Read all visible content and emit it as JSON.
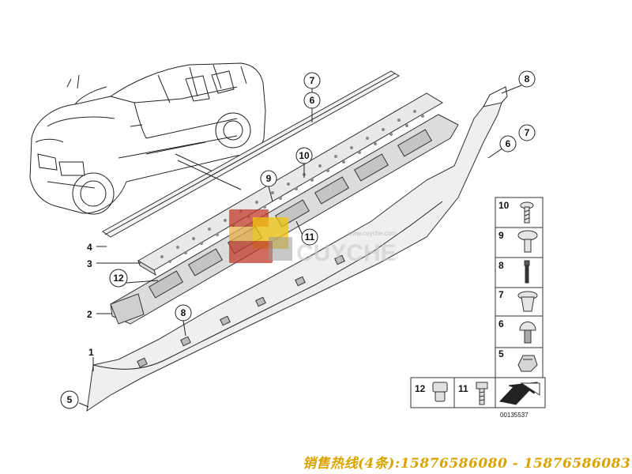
{
  "callouts": {
    "c7a": "7",
    "c6a": "6",
    "c8a": "8",
    "c7b": "7",
    "c6b": "6",
    "c10": "10",
    "c9": "9",
    "c11": "11",
    "c12": "12",
    "c8b": "8",
    "c5": "5"
  },
  "labels": {
    "l4": "4",
    "l3": "3",
    "l2": "2",
    "l1": "1"
  },
  "parts_panel": {
    "rows": [
      {
        "number": "10",
        "part": "screw-icon"
      },
      {
        "number": "9",
        "part": "expanding-rivet-icon"
      },
      {
        "number": "8",
        "part": "pin-clip-icon"
      },
      {
        "number": "7",
        "part": "grommet-nut-icon"
      },
      {
        "number": "6",
        "part": "push-clip-icon"
      },
      {
        "number": "5",
        "part": "sheet-metal-clip-icon"
      }
    ],
    "bottom": [
      {
        "number": "12",
        "part": "clip-nut-icon"
      },
      {
        "number": "11",
        "part": "bolt-icon"
      }
    ],
    "code": "00135537"
  },
  "watermark": {
    "text": "CUYCHE",
    "url": "www.cuyche.com"
  },
  "hotline": "销售热线(4条):15876586080 - 15876586083",
  "colors": {
    "logo_red": "#c0392b",
    "logo_yellow": "#f1c40f",
    "logo_gray": "#9a9a9a",
    "hotline": "#d9a400"
  }
}
